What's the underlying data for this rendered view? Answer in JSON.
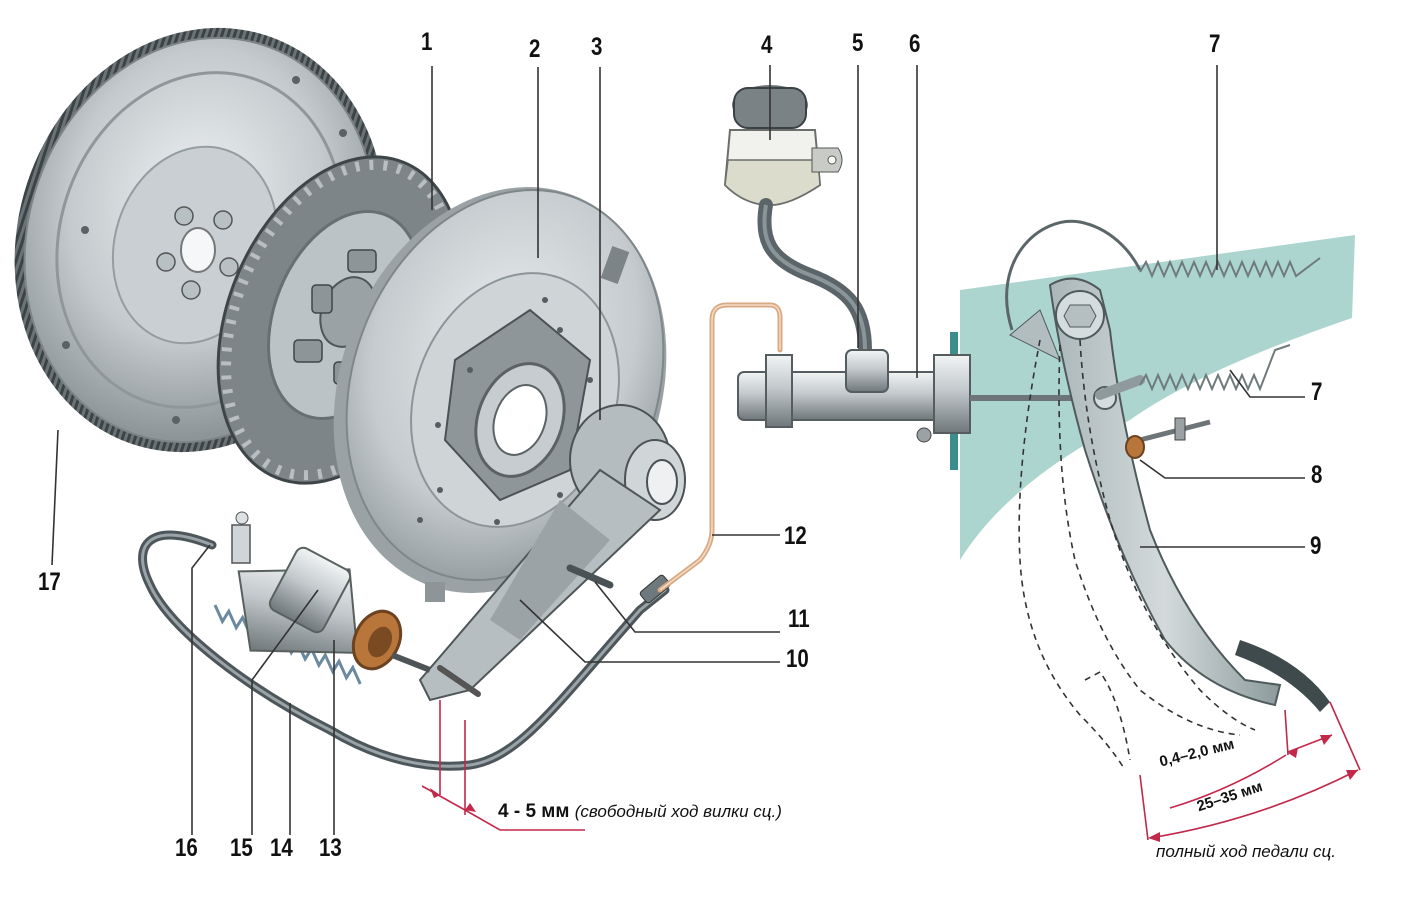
{
  "diagram": {
    "subject": "Hydraulic clutch release drive",
    "colors": {
      "metal_light": "#d9dde0",
      "metal_mid": "#a9b0b5",
      "metal_dark": "#6c7479",
      "panel_teal": "#a9d3cc",
      "hose_dark": "#5b6569",
      "copper_pipe": "#d9a982",
      "dimension_red": "#c2284a",
      "bronze": "#b8763a",
      "leader_line": "#333333"
    },
    "callouts": [
      {
        "id": "1",
        "part": "clutch-disc"
      },
      {
        "id": "2",
        "part": "pressure-plate"
      },
      {
        "id": "3",
        "part": "release-bearing"
      },
      {
        "id": "4",
        "part": "fluid-reservoir"
      },
      {
        "id": "5",
        "part": "supply-hose"
      },
      {
        "id": "6",
        "part": "master-cylinder"
      },
      {
        "id": "7",
        "part": "pedal-return-spring"
      },
      {
        "id": "7",
        "part": "servo-spring"
      },
      {
        "id": "8",
        "part": "pedal-stop-buffer"
      },
      {
        "id": "9",
        "part": "clutch-pedal"
      },
      {
        "id": "10",
        "part": "release-fork"
      },
      {
        "id": "11",
        "part": "fork-pivot-stud"
      },
      {
        "id": "12",
        "part": "hydraulic-pipe"
      },
      {
        "id": "13",
        "part": "slave-cylinder-boot"
      },
      {
        "id": "14",
        "part": "flexible-hose"
      },
      {
        "id": "15",
        "part": "slave-cylinder"
      },
      {
        "id": "16",
        "part": "bleed-valve"
      },
      {
        "id": "17",
        "part": "flywheel"
      }
    ],
    "annotations": {
      "fork_free_play_value": "4 - 5 мм",
      "fork_free_play_desc": "(свободный ход вилки сц.)",
      "pedal_free_play": "0,4–2,0 мм",
      "pedal_stroke_range": "25–35 мм",
      "pedal_full_travel_desc": "полный ход педали сц."
    }
  }
}
